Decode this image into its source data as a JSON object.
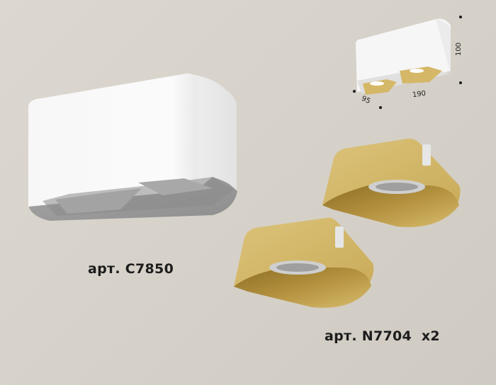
{
  "products": [
    {
      "name": "housing",
      "article_label": "арт. C7850",
      "body_color": "#f4f4f4",
      "inner_color": "#9a9a9a"
    },
    {
      "name": "insert",
      "article_label": "арт. N7704  x2",
      "body_color": "#d4b767",
      "inner_color": "#b8963e"
    }
  ],
  "dimensions_diagram": {
    "height": "100",
    "width": "190",
    "depth": "95"
  },
  "colors": {
    "background": "#d8d3cc",
    "gold": "#d4b767",
    "white": "#f4f4f4"
  }
}
